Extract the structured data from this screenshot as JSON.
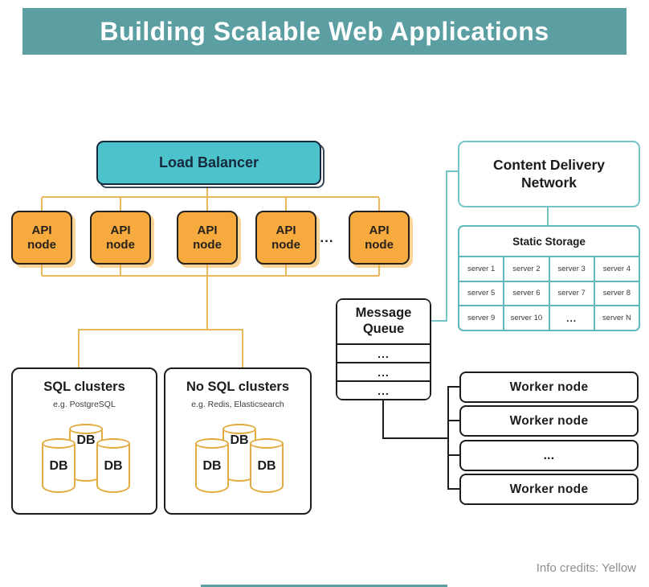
{
  "title": "Building Scalable Web Applications",
  "load_balancer": {
    "label": "Load Balancer"
  },
  "api_nodes": {
    "labels": [
      "API\nnode",
      "API\nnode",
      "API\nnode",
      "API\nnode",
      "API\nnode"
    ],
    "ellipsis": "..."
  },
  "cdn": {
    "label": "Content Delivery\nNetwork"
  },
  "static_storage": {
    "title": "Static Storage",
    "servers": [
      "server 1",
      "server 2",
      "server 3",
      "server 4",
      "server 5",
      "server 6",
      "server 7",
      "server 8",
      "server 9",
      "server 10",
      "...",
      "server N"
    ]
  },
  "message_queue": {
    "title": "Message\nQueue",
    "rows": [
      "...",
      "...",
      "..."
    ]
  },
  "sql_clusters": {
    "title": "SQL clusters",
    "subtitle": "e.g. PostgreSQL",
    "db_labels": [
      "DB",
      "DB",
      "DB"
    ]
  },
  "nosql_clusters": {
    "title": "No SQL clusters",
    "subtitle": "e.g. Redis, Elasticsearch",
    "db_labels": [
      "DB",
      "DB",
      "DB"
    ]
  },
  "worker_nodes": {
    "items": [
      "Worker node",
      "Worker node",
      "...",
      "Worker node"
    ]
  },
  "credits": "Info credits: Yellow",
  "colors": {
    "banner_teal": "#5C9FA3",
    "load_balancer_fill": "#4CC2CB",
    "api_node_orange": "#F7AB3F",
    "connector_orange": "#E8B85A",
    "connector_teal": "#74C3C5",
    "connector_black": "#1D1D1D",
    "cylinder_orange": "#E2AB3D"
  }
}
